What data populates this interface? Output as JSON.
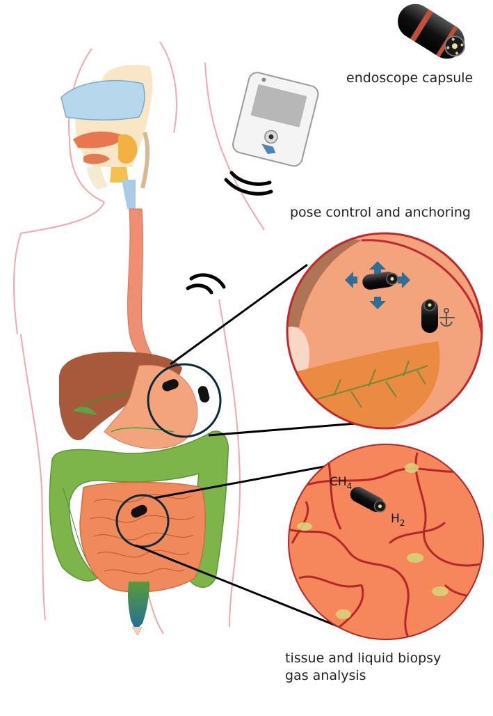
{
  "labels": {
    "capsule": "endoscope capsule",
    "pose": "pose control and anchoring",
    "biopsy_line1": "tissue and liquid biopsy",
    "biopsy_line2": "gas analysis"
  },
  "gases": {
    "methane": "CH",
    "methane_sub": "4",
    "hydrogen": "H",
    "hydrogen_sub": "2"
  },
  "colors": {
    "skin_outline": "#f2a8a8",
    "esophagus": "#ef8f72",
    "liver": "#a9593b",
    "stomach": "#f4a47c",
    "small_intestine": "#f08a5d",
    "colon": "#7db54a",
    "rectum": "#2c7a94",
    "vessel": "#c1272d",
    "arrow": "#2f6f96",
    "capsule_band": "#c0503a"
  }
}
